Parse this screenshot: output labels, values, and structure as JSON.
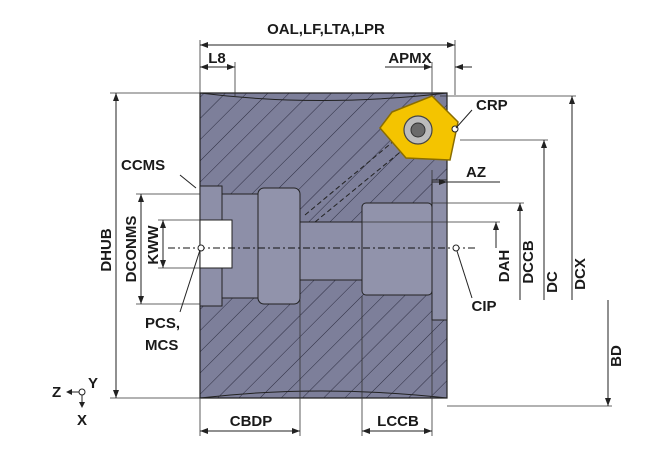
{
  "labels": {
    "oal": "OAL,LF,LTA,LPR",
    "l8": "L8",
    "apmx": "APMX",
    "crp": "CRP",
    "ccms": "CCMS",
    "az": "AZ",
    "dhub": "DHUB",
    "dconms": "DCONMS",
    "kww": "KWW",
    "dah": "DAH",
    "dccb": "DCCB",
    "dc": "DC",
    "dcx": "DCX",
    "cip": "CIP",
    "pcs": "PCS,",
    "mcs": "MCS",
    "bd": "BD",
    "cbdp": "CBDP",
    "lccb": "LCCB",
    "axis_z": "Z",
    "axis_y": "Y",
    "axis_x": "X"
  },
  "colors": {
    "body": "#7d7f9a",
    "body_light": "#9a9cb4",
    "hatch": "#2c2c40",
    "insert": "#f4c400",
    "insert_edge": "#8a6d00",
    "line": "#222222"
  }
}
